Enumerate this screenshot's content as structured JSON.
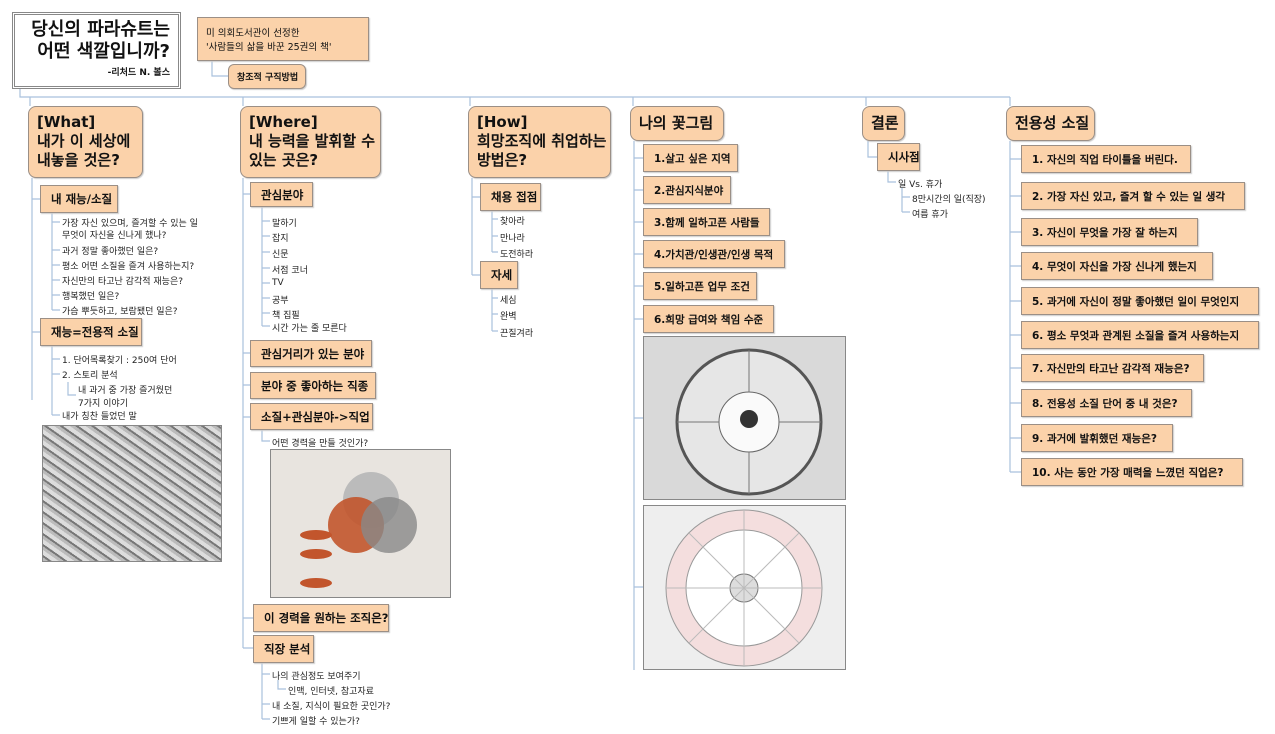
{
  "title": {
    "line1": "당신의 파라슈트는",
    "line2": "어떤 색깔입니까?",
    "author": "-리처드 N. 볼스"
  },
  "book": {
    "line1": "미 의회도서관이 선정한",
    "line2": "'사람들의 삶을 바꾼 25권의 책'",
    "child": "창조적 구직방법"
  },
  "what": {
    "title1": "[What]",
    "title2": "내가 이 세상에",
    "title3": "내놓을 것은?",
    "talent": "내 재능/소질",
    "talent_items": [
      "가장 자신 있으며, 즐겨할 수 있는 일",
      "무엇이 자신을 신나게 했나?",
      "과거 정말 좋아했던 일은?",
      "평소 어떤 소질을 즐겨 사용하는지?",
      "자신만의 타고난 감각적 재능은?",
      "행복했던 일은?",
      "가슴 뿌듯하고, 보람됐던 일은?"
    ],
    "transfer": "재능=전용적 소질",
    "transfer_items": [
      "1. 단어목록찾기 : 250여 단어",
      "2. 스토리 분석",
      "내 과거 중 가장 즐거웠던",
      "7가지 이야기",
      "내가 칭찬 들었던 말"
    ]
  },
  "where": {
    "title1": "[Where]",
    "title2": "내 능력을 발휘할 수",
    "title3": "있는 곳은?",
    "interest": "관심분야",
    "interest_items": [
      "말하기",
      "잡지",
      "신문",
      "서점 코너",
      "TV",
      "공부",
      "책 집필",
      "시간 가는 줄 모른다"
    ],
    "n2": "관심거리가 있는 분야",
    "n3": "분야 중 좋아하는 직종",
    "n4": "소질+관심분야->직업",
    "n4_item": "어떤 경력을 만들 것인가?",
    "n5": "이 경력을 원하는 조직은?",
    "n6": "직장 분석",
    "n6_items": [
      "나의 관심정도 보여주기",
      "인맥, 인터넷, 참고자료",
      "내 소질, 지식이 필요한 곳인가?",
      "기쁘게 일할 수 있는가?"
    ]
  },
  "how": {
    "title1": "[How]",
    "title2": "희망조직에 취업하는",
    "title3": "방법은?",
    "n1": "채용 접점",
    "n1_items": [
      "찾아라",
      "만나라",
      "도전하라"
    ],
    "n2": "자세",
    "n2_items": [
      "세심",
      "완벽",
      "끈질겨라"
    ]
  },
  "flower": {
    "title": "나의 꽃그림",
    "items": [
      "1.살고 싶은 지역",
      "2.관심지식분야",
      "3.함께 일하고픈 사람들",
      "4.가치관/인생관/인생 목적",
      "5.일하고픈 업무 조건",
      "6.희망 급여와 책임 수준"
    ]
  },
  "conclusion": {
    "title": "결론",
    "n1": "시사점",
    "item": "일 Vs. 휴가",
    "subitems": [
      "8만시간의 일(직장)",
      "여름 휴가"
    ]
  },
  "transferable": {
    "title": "전용성 소질",
    "items": [
      "1. 자신의 직업 타이틀을 버린다.",
      "2. 가장 자신 있고, 즐겨 할 수 있는 일 생각",
      "3. 자신이 무엇을 가장 잘 하는지",
      "4. 무엇이 자신을 가장 신나게 했는지",
      "5. 과거에 자신이 정말 좋아했던 일이 무엇인지",
      "6. 평소 무엇과 관계된 소질을 즐겨 사용하는지",
      "7. 자신만의 타고난 감각적 재능은?",
      "8. 전용성 소질 단어 중 내 것은?",
      "9. 과거에 발휘했던 재능은?",
      "10. 사는 동안 가장 매력을 느꼈던 직업은?"
    ]
  },
  "colors": {
    "node": "#fbd2aa",
    "border": "#9b8f86",
    "line": "#a9c1dd"
  }
}
